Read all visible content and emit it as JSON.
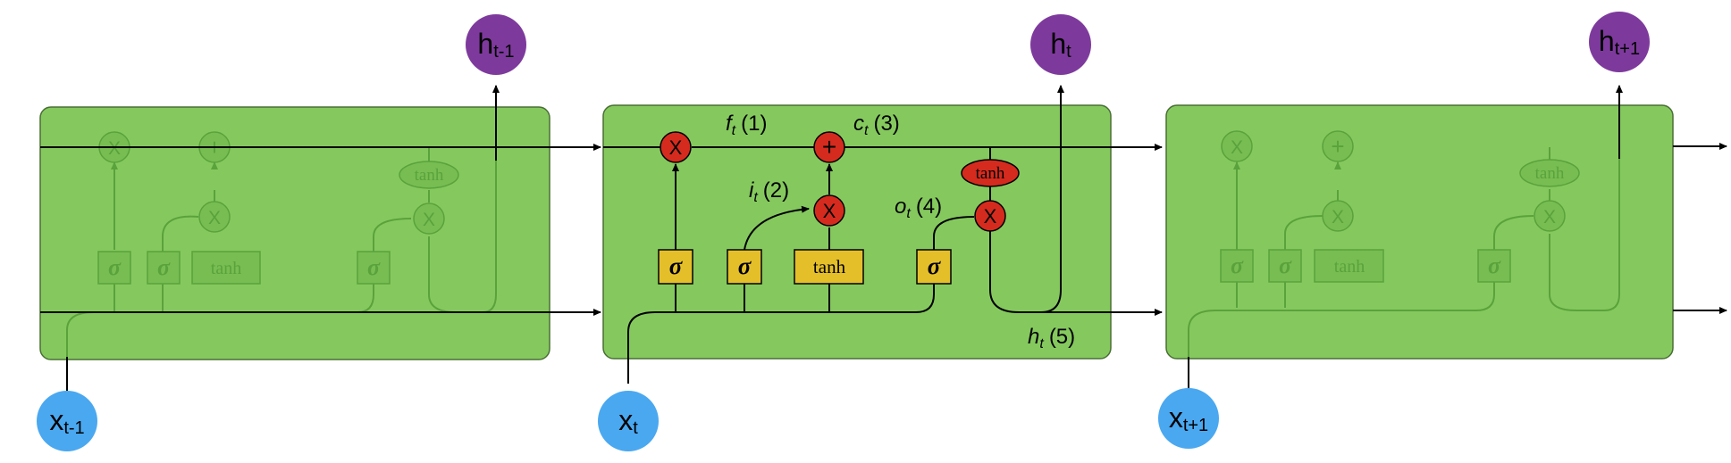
{
  "colors": {
    "cell_fill": "#85c95e",
    "cell_border": "#4a6f35",
    "gate_fill": "#e5bf2a",
    "op_fill": "#d52b1e",
    "hidden_node": "#7d3a9c",
    "input_node": "#4aa8f0",
    "line": "#000000",
    "faded_line": "#5aa23c",
    "faded_fill": "#77bd52"
  },
  "symbols": {
    "multiply": "X",
    "add": "+",
    "tanh": "tanh",
    "sigma": "σ"
  },
  "nodes": {
    "h_prev": {
      "base": "h",
      "sub": "t-1"
    },
    "h_curr": {
      "base": "h",
      "sub": "t"
    },
    "h_next": {
      "base": "h",
      "sub": "t+1"
    },
    "x_prev": {
      "base": "x",
      "sub": "t-1"
    },
    "x_curr": {
      "base": "x",
      "sub": "t"
    },
    "x_next": {
      "base": "x",
      "sub": "t+1"
    }
  },
  "labels": {
    "forget": {
      "var": "f",
      "sub": "t",
      "num": "(1)"
    },
    "input": {
      "var": "i",
      "sub": "t",
      "num": "(2)"
    },
    "cell": {
      "var": "c",
      "sub": "t",
      "num": "(3)"
    },
    "output": {
      "var": "o",
      "sub": "t",
      "num": "(4)"
    },
    "hidden": {
      "var": "h",
      "sub": "t",
      "num": "(5)"
    }
  }
}
